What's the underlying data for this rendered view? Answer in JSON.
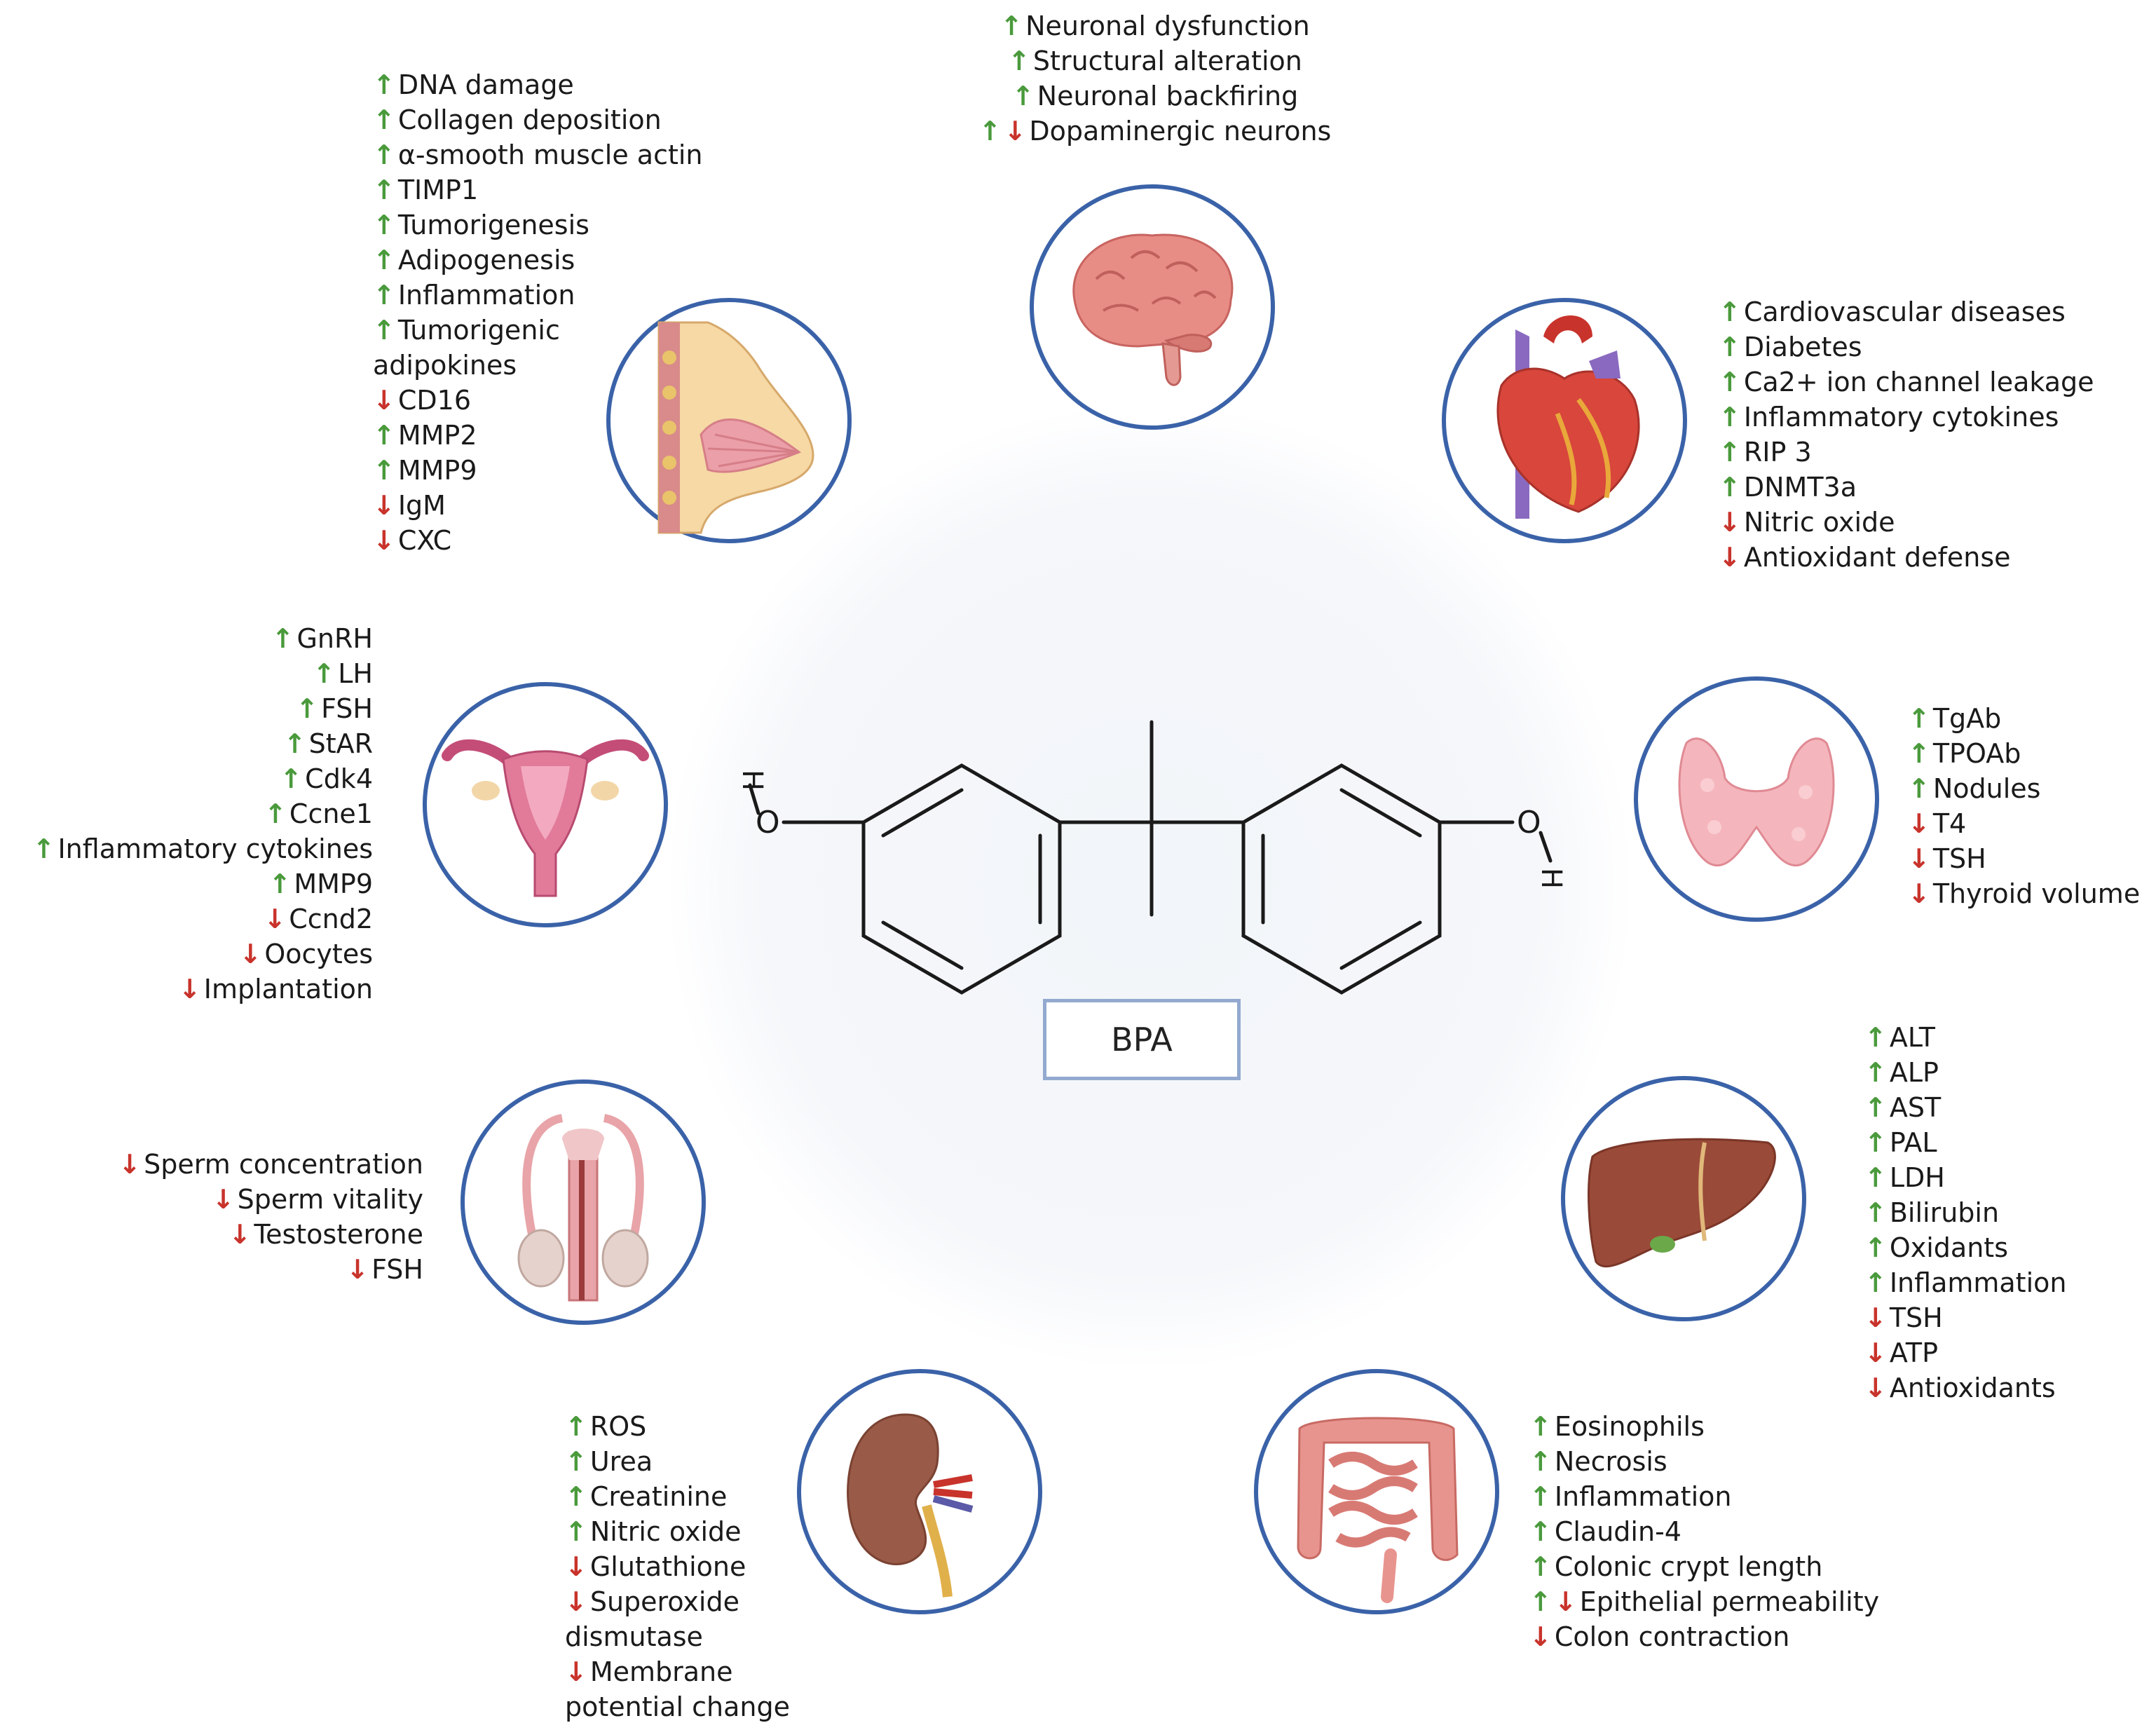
{
  "center": {
    "label": "BPA",
    "atoms": {
      "left_h": "H",
      "left_o": "O",
      "right_o": "O",
      "right_h": "H"
    }
  },
  "colors": {
    "up": "#4a9a3c",
    "down": "#c8332b",
    "ring": "#3a62a8",
    "box_border": "#93a9cf"
  },
  "organs": {
    "brain": {
      "icon": "brain-icon",
      "items": [
        {
          "dir": [
            "up"
          ],
          "text": "Neuronal dysfunction"
        },
        {
          "dir": [
            "up"
          ],
          "text": "Structural alteration"
        },
        {
          "dir": [
            "up"
          ],
          "text": "Neuronal backfiring"
        },
        {
          "dir": [
            "up",
            "down"
          ],
          "text": "Dopaminergic neurons"
        }
      ]
    },
    "breast": {
      "icon": "breast-icon",
      "items": [
        {
          "dir": [
            "up"
          ],
          "text": "DNA damage"
        },
        {
          "dir": [
            "up"
          ],
          "text": "Collagen deposition"
        },
        {
          "dir": [
            "up"
          ],
          "text": "α-smooth muscle actin"
        },
        {
          "dir": [
            "up"
          ],
          "text": "TIMP1"
        },
        {
          "dir": [
            "up"
          ],
          "text": "Tumorigenesis"
        },
        {
          "dir": [
            "up"
          ],
          "text": "Adipogenesis"
        },
        {
          "dir": [
            "up"
          ],
          "text": "Inflammation"
        },
        {
          "dir": [
            "up"
          ],
          "text": "Tumorigenic",
          "cont": "adipokines"
        },
        {
          "dir": [
            "down"
          ],
          "text": "CD16"
        },
        {
          "dir": [
            "up"
          ],
          "text": "MMP2"
        },
        {
          "dir": [
            "up"
          ],
          "text": "MMP9"
        },
        {
          "dir": [
            "down"
          ],
          "text": "IgM"
        },
        {
          "dir": [
            "down"
          ],
          "text": "CXC"
        }
      ]
    },
    "heart": {
      "icon": "heart-icon",
      "items": [
        {
          "dir": [
            "up"
          ],
          "text": "Cardiovascular diseases"
        },
        {
          "dir": [
            "up"
          ],
          "text": "Diabetes"
        },
        {
          "dir": [
            "up"
          ],
          "text": "Ca2+ ion channel leakage"
        },
        {
          "dir": [
            "up"
          ],
          "text": "Inflammatory cytokines"
        },
        {
          "dir": [
            "up"
          ],
          "text": "RIP 3"
        },
        {
          "dir": [
            "up"
          ],
          "text": "DNMT3a"
        },
        {
          "dir": [
            "down"
          ],
          "text": "Nitric oxide"
        },
        {
          "dir": [
            "down"
          ],
          "text": "Antioxidant defense"
        }
      ]
    },
    "uterus": {
      "icon": "uterus-icon",
      "items": [
        {
          "dir": [
            "up"
          ],
          "text": "GnRH"
        },
        {
          "dir": [
            "up"
          ],
          "text": "LH"
        },
        {
          "dir": [
            "up"
          ],
          "text": "FSH"
        },
        {
          "dir": [
            "up"
          ],
          "text": "StAR"
        },
        {
          "dir": [
            "up"
          ],
          "text": "Cdk4"
        },
        {
          "dir": [
            "up"
          ],
          "text": "Ccne1"
        },
        {
          "dir": [
            "up"
          ],
          "text": "Inflammatory cytokines"
        },
        {
          "dir": [
            "up"
          ],
          "text": "MMP9"
        },
        {
          "dir": [
            "down"
          ],
          "text": "Ccnd2"
        },
        {
          "dir": [
            "down"
          ],
          "text": "Oocytes"
        },
        {
          "dir": [
            "down"
          ],
          "text": "Implantation"
        }
      ]
    },
    "thyroid": {
      "icon": "thyroid-icon",
      "items": [
        {
          "dir": [
            "up"
          ],
          "text": "TgAb"
        },
        {
          "dir": [
            "up"
          ],
          "text": "TPOAb"
        },
        {
          "dir": [
            "up"
          ],
          "text": "Nodules"
        },
        {
          "dir": [
            "down"
          ],
          "text": "T4"
        },
        {
          "dir": [
            "down"
          ],
          "text": "TSH"
        },
        {
          "dir": [
            "down"
          ],
          "text": "Thyroid volume"
        }
      ]
    },
    "male": {
      "icon": "male-reproductive-icon",
      "items": [
        {
          "dir": [
            "down"
          ],
          "text": "Sperm concentration"
        },
        {
          "dir": [
            "down"
          ],
          "text": "Sperm vitality"
        },
        {
          "dir": [
            "down"
          ],
          "text": "Testosterone"
        },
        {
          "dir": [
            "down"
          ],
          "text": "FSH"
        }
      ]
    },
    "liver": {
      "icon": "liver-icon",
      "items": [
        {
          "dir": [
            "up"
          ],
          "text": "ALT"
        },
        {
          "dir": [
            "up"
          ],
          "text": "ALP"
        },
        {
          "dir": [
            "up"
          ],
          "text": "AST"
        },
        {
          "dir": [
            "up"
          ],
          "text": "PAL"
        },
        {
          "dir": [
            "up"
          ],
          "text": "LDH"
        },
        {
          "dir": [
            "up"
          ],
          "text": "Bilirubin"
        },
        {
          "dir": [
            "up"
          ],
          "text": "Oxidants"
        },
        {
          "dir": [
            "up"
          ],
          "text": "Inflammation"
        },
        {
          "dir": [
            "down"
          ],
          "text": "TSH"
        },
        {
          "dir": [
            "down"
          ],
          "text": "ATP"
        },
        {
          "dir": [
            "down"
          ],
          "text": "Antioxidants"
        }
      ]
    },
    "kidney": {
      "icon": "kidney-icon",
      "items": [
        {
          "dir": [
            "up"
          ],
          "text": "ROS"
        },
        {
          "dir": [
            "up"
          ],
          "text": "Urea"
        },
        {
          "dir": [
            "up"
          ],
          "text": "Creatinine"
        },
        {
          "dir": [
            "up"
          ],
          "text": "Nitric oxide"
        },
        {
          "dir": [
            "down"
          ],
          "text": "Glutathione"
        },
        {
          "dir": [
            "down"
          ],
          "text": "Superoxide",
          "cont": "dismutase"
        },
        {
          "dir": [
            "down"
          ],
          "text": "Membrane",
          "cont": "potential change"
        }
      ]
    },
    "intestine": {
      "icon": "intestine-icon",
      "items": [
        {
          "dir": [
            "up"
          ],
          "text": "Eosinophils"
        },
        {
          "dir": [
            "up"
          ],
          "text": "Necrosis"
        },
        {
          "dir": [
            "up"
          ],
          "text": "Inflammation"
        },
        {
          "dir": [
            "up"
          ],
          "text": "Claudin-4"
        },
        {
          "dir": [
            "up"
          ],
          "text": "Colonic crypt length"
        },
        {
          "dir": [
            "up",
            "down"
          ],
          "text": "Epithelial permeability"
        },
        {
          "dir": [
            "down"
          ],
          "text": "Colon contraction"
        }
      ]
    }
  }
}
